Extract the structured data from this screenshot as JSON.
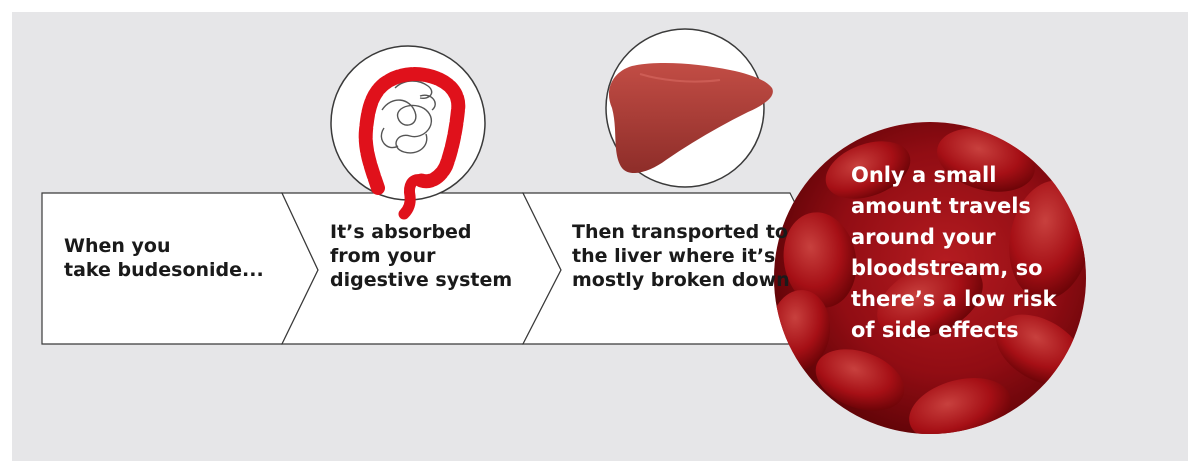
{
  "steps": [
    {
      "lines": [
        "When you",
        "take budesonide..."
      ]
    },
    {
      "lines": [
        "It’s absorbed",
        "from your",
        "digestive system"
      ]
    },
    {
      "lines": [
        "Then transported to",
        "the liver where it’s",
        "mostly broken down"
      ]
    }
  ],
  "final": {
    "lines": [
      "Only a small",
      "amount travels",
      "around your",
      "bloodstream, so",
      "there’s a low risk",
      "of side effects"
    ]
  },
  "colors": {
    "background": "#e6e6e8",
    "arrow_fill": "#ffffff",
    "arrow_stroke": "#3a3a3a",
    "intestine_red": "#e0111b",
    "liver": "#a63a34",
    "blood_dark": "#5a0204",
    "blood_bright": "#e4272c"
  },
  "icons": [
    "intestine-icon",
    "liver-icon",
    "blood-cells-image"
  ]
}
